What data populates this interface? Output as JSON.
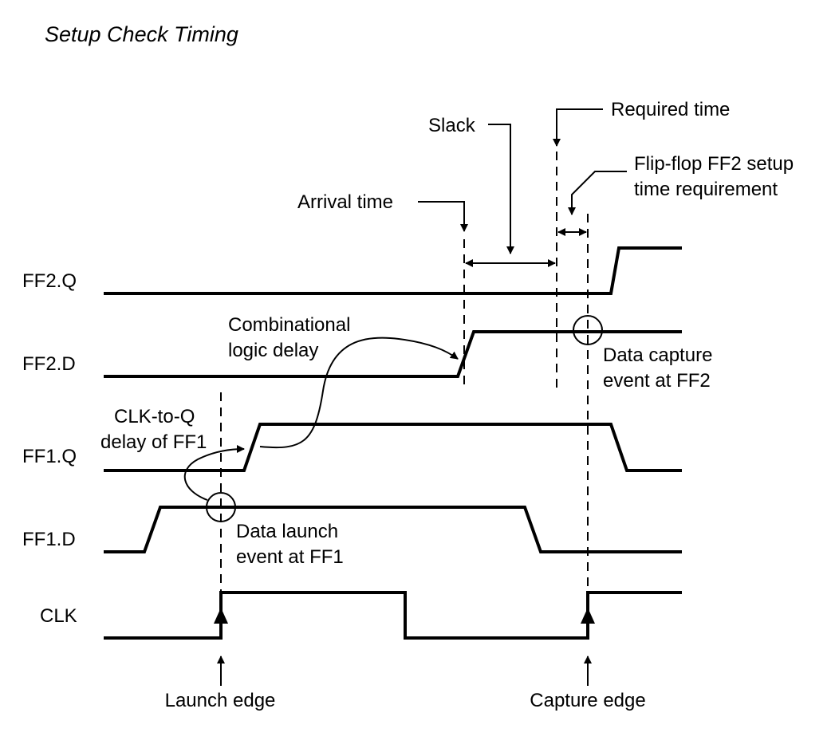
{
  "title": "Setup Check Timing",
  "signals": {
    "ff2_q": "FF2.Q",
    "ff2_d": "FF2.D",
    "ff1_q": "FF1.Q",
    "ff1_d": "FF1.D",
    "clk": "CLK"
  },
  "annotations": {
    "slack": "Slack",
    "required_time": "Required time",
    "setup_req_line1": "Flip-flop FF2 setup",
    "setup_req_line2": "time requirement",
    "arrival_time": "Arrival time",
    "comb_line1": "Combinational",
    "comb_line2": "logic delay",
    "capture_event_line1": "Data capture",
    "capture_event_line2": "event at FF2",
    "clkq_line1": "CLK-to-Q",
    "clkq_line2": "delay of FF1",
    "launch_event_line1": "Data launch",
    "launch_event_line2": "event at FF1",
    "launch_edge": "Launch edge",
    "capture_edge": "Capture edge"
  }
}
